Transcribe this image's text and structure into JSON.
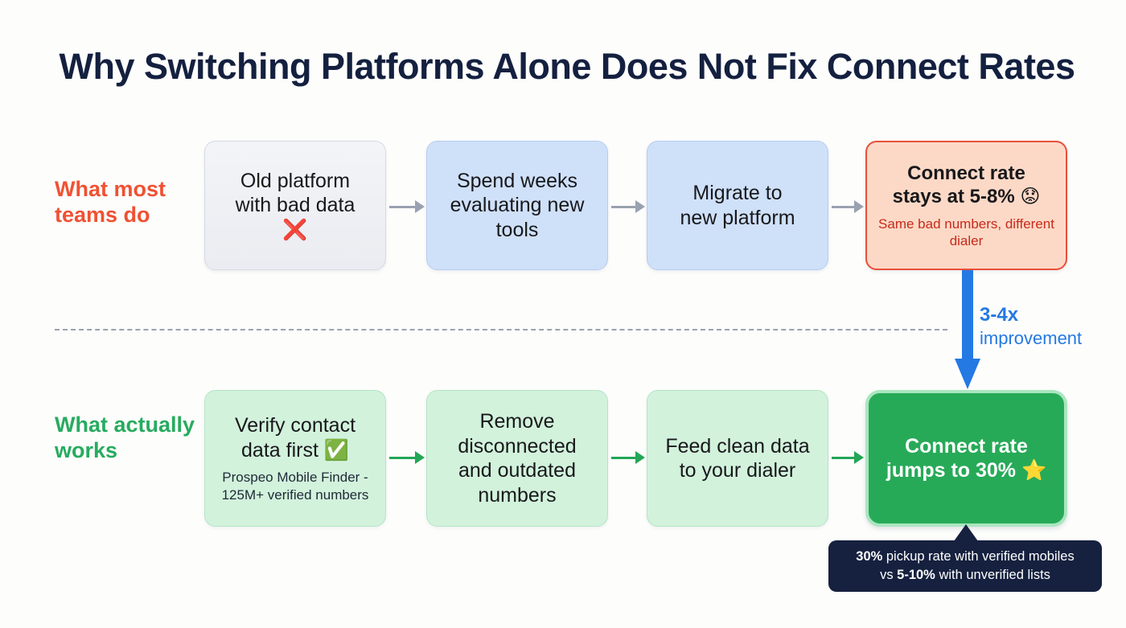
{
  "title": "Why Switching Platforms Alone Does Not Fix Connect Rates",
  "colors": {
    "title": "#14203f",
    "bad_accent": "#f05133",
    "good_accent": "#27ab5f",
    "arrow_grey": "#9aa2b1",
    "arrow_green": "#23a657",
    "arrow_blue": "#2579e3",
    "callout_bg": "#16213f",
    "background": "#fdfdfc"
  },
  "rows": {
    "bad": {
      "label": "What most teams do",
      "steps": [
        {
          "name": "old-platform",
          "line1": "Old platform",
          "line2": "with bad data",
          "icon": "❌",
          "icon_name": "cross-mark-icon",
          "style": "grey"
        },
        {
          "name": "spend-weeks",
          "line1": "Spend weeks",
          "line2": "evaluating new",
          "line3": "tools",
          "style": "blue"
        },
        {
          "name": "migrate",
          "line1": "Migrate to",
          "line2": "new platform",
          "style": "blue"
        },
        {
          "name": "connect-rate-stays",
          "line1": "Connect rate",
          "line2": "stays at 5-8%",
          "icon": "😟",
          "icon_name": "frowning-face-icon",
          "sub": "Same bad numbers, different dialer",
          "style": "red"
        }
      ]
    },
    "good": {
      "label": "What actually works",
      "steps": [
        {
          "name": "verify-contact-data",
          "line1": "Verify contact",
          "line2": "data first",
          "icon": "✅",
          "icon_name": "check-mark-button-icon",
          "sub": "Prospeo Mobile Finder - 125M+ verified numbers",
          "style": "mint"
        },
        {
          "name": "remove-disconnected",
          "line1": "Remove",
          "line2": "disconnected",
          "line3": "and outdated",
          "line4": "numbers",
          "style": "mint"
        },
        {
          "name": "feed-clean-data",
          "line1": "Feed clean data",
          "line2": "to your dialer",
          "style": "mint"
        },
        {
          "name": "connect-rate-jumps",
          "line1": "Connect rate",
          "line2": "jumps to 30%",
          "icon": "⭐",
          "icon_name": "star-icon",
          "style": "solidgreen"
        }
      ]
    }
  },
  "improvement": {
    "multiplier": "3-4x",
    "word": "improvement"
  },
  "callout": {
    "line1_bold": "30%",
    "line1_rest": " pickup rate with verified mobiles",
    "line2_pre": "vs ",
    "line2_bold": "5-10%",
    "line2_rest": " with unverified lists"
  }
}
